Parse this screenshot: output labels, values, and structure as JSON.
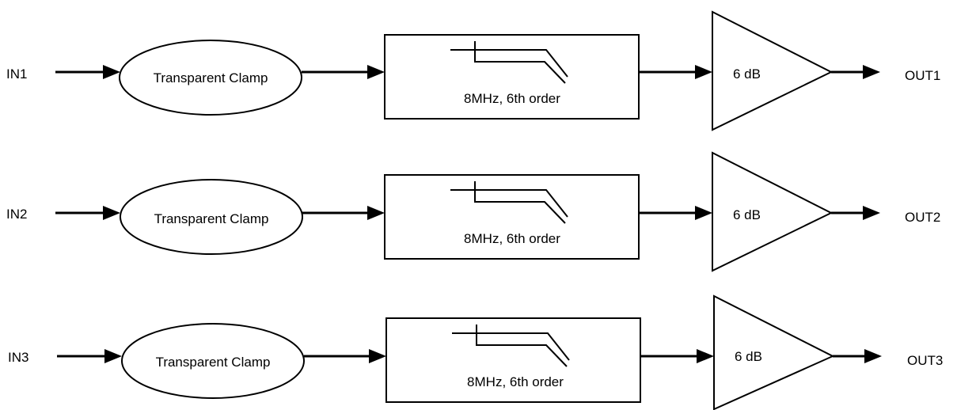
{
  "channels": [
    {
      "input_label": "IN1",
      "clamp_label": "Transparent Clamp",
      "filter_label": "8MHz, 6th order",
      "gain_label": "6 dB",
      "output_label": "OUT1"
    },
    {
      "input_label": "IN2",
      "clamp_label": "Transparent Clamp",
      "filter_label": "8MHz, 6th order",
      "gain_label": "6 dB",
      "output_label": "OUT2"
    },
    {
      "input_label": "IN3",
      "clamp_label": "Transparent Clamp",
      "filter_label": "8MHz, 6th order",
      "gain_label": "6 dB",
      "output_label": "OUT3"
    }
  ],
  "colors": {
    "line": "#000000",
    "background": "#ffffff"
  }
}
